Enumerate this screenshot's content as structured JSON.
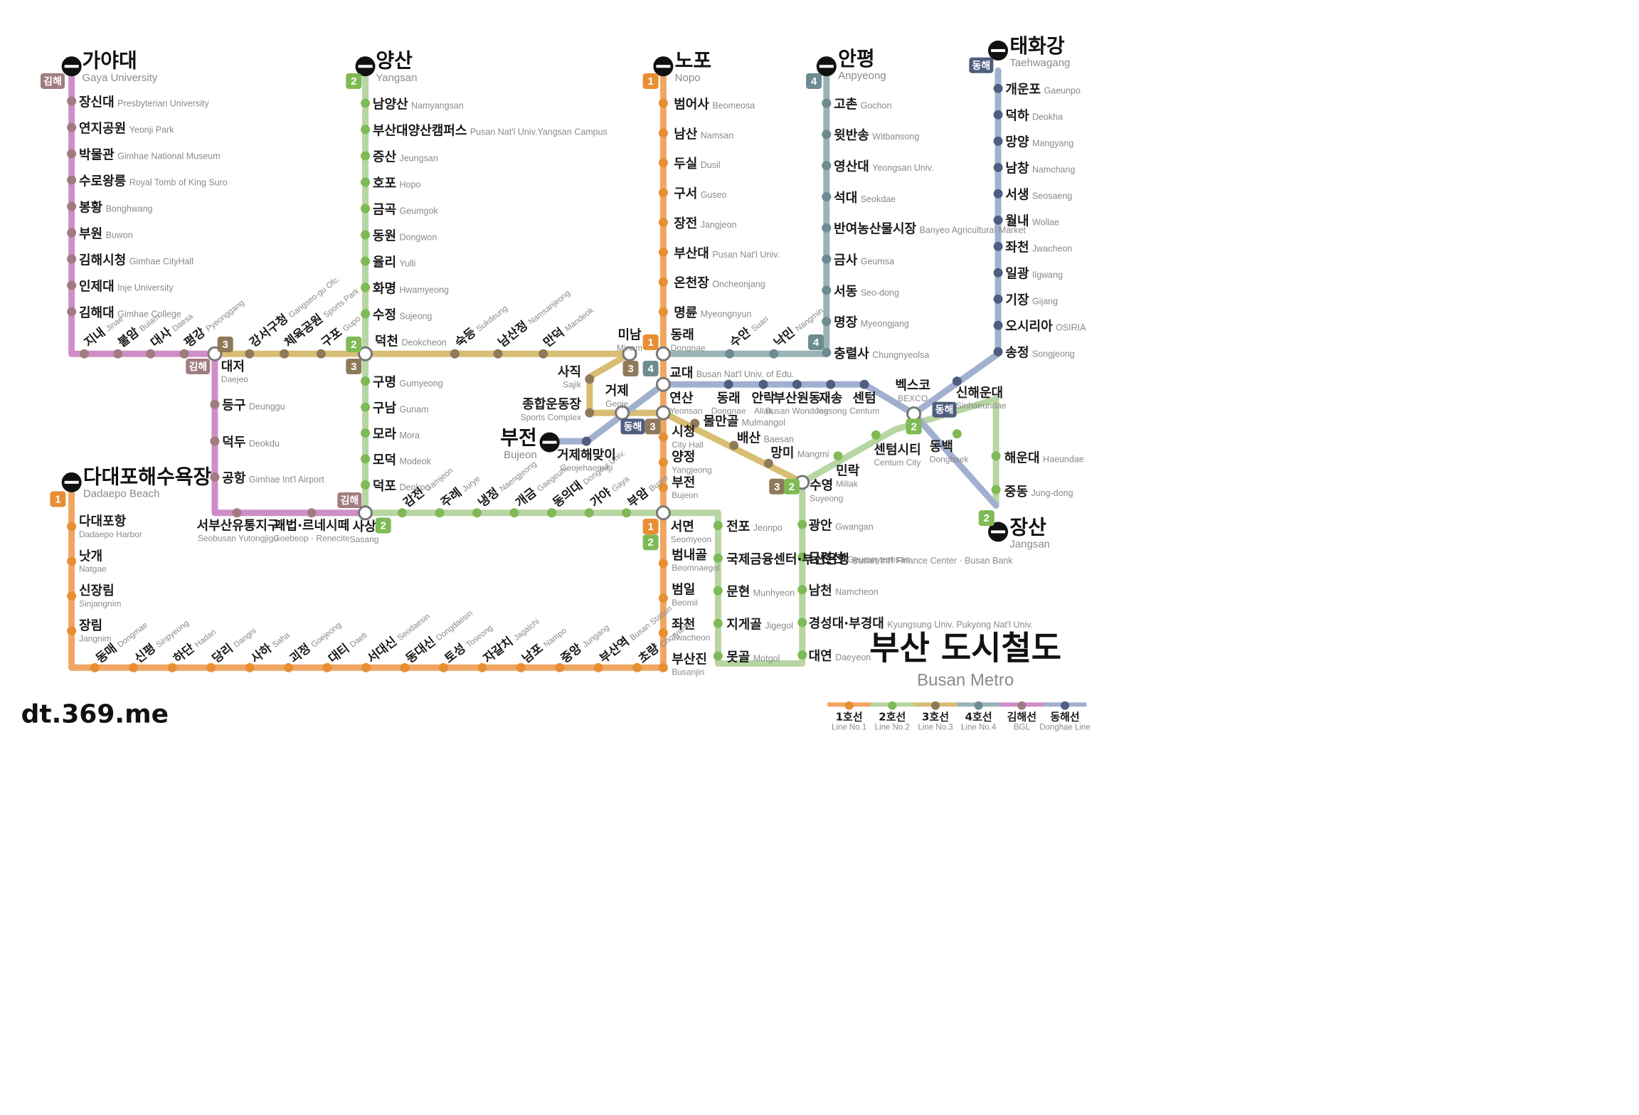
{
  "title": {
    "kr": "부산 도시철도",
    "en": "Busan Metro"
  },
  "credit": "dt.369.me",
  "lines": [
    {
      "id": "L1",
      "kr": "1호선",
      "en": "Line No.1",
      "color": "#f0a663",
      "dark": "#e88f33"
    },
    {
      "id": "L2",
      "kr": "2호선",
      "en": "Line No.2",
      "color": "#b7d6a3",
      "dark": "#7fba54"
    },
    {
      "id": "L3",
      "kr": "3호선",
      "en": "Line No.3",
      "color": "#d8bd74",
      "dark": "#8e7a5a"
    },
    {
      "id": "L4",
      "kr": "4호선",
      "en": "Line No.4",
      "color": "#9bb3b7",
      "dark": "#6d8c91"
    },
    {
      "id": "BGL",
      "kr": "김해선",
      "en": "BGL",
      "color": "#cf8ec8",
      "dark": "#a07c80"
    },
    {
      "id": "DH",
      "kr": "동해선",
      "en": "Donghae Line",
      "color": "#a2b0d0",
      "dark": "#4f5e80"
    }
  ],
  "badge_labels": {
    "l1": "1",
    "l2": "2",
    "l3": "3",
    "l4": "4",
    "bgl": "김해",
    "dh": "동해"
  },
  "terminals": [
    {
      "id": "gaya",
      "kr": "가야대",
      "en": "Gaya University"
    },
    {
      "id": "yangsan",
      "kr": "양산",
      "en": "Yangsan"
    },
    {
      "id": "nopo",
      "kr": "노포",
      "en": "Nopo"
    },
    {
      "id": "anpyeong",
      "kr": "안평",
      "en": "Anpyeong"
    },
    {
      "id": "taehwa",
      "kr": "태화강",
      "en": "Taehwagang"
    },
    {
      "id": "dadaepo",
      "kr": "다대포해수욕장",
      "en": "Dadaepo Beach"
    },
    {
      "id": "bujeon",
      "kr": "부전",
      "en": "Bujeon"
    },
    {
      "id": "jangsan",
      "kr": "장산",
      "en": "Jangsan"
    }
  ],
  "transfers": [
    {
      "id": "daejeo",
      "kr": "대저",
      "en": "Daejeo"
    },
    {
      "id": "deokcheon",
      "kr": "덕천",
      "en": "Deokcheon"
    },
    {
      "id": "minam",
      "kr": "미남",
      "en": "Minam"
    },
    {
      "id": "dongnae",
      "kr": "동래",
      "en": "Dongnae"
    },
    {
      "id": "gyodae",
      "kr": "교대",
      "en": "Busan Nat'l Univ. of Edu."
    },
    {
      "id": "yeonsan",
      "kr": "연산",
      "en": "Yeonsan"
    },
    {
      "id": "geoje",
      "kr": "거제",
      "en": "Geoje"
    },
    {
      "id": "sasang",
      "kr": "사상",
      "en": "Sasang"
    },
    {
      "id": "seomyeon",
      "kr": "서면",
      "en": "Seomyeon"
    },
    {
      "id": "suyeong",
      "kr": "수영",
      "en": "Suyeong"
    },
    {
      "id": "bexco",
      "kr": "벡스코",
      "en": "BEXCO"
    }
  ],
  "stations": {
    "bgl_v": [
      {
        "kr": "장신대",
        "en": "Presbyterian University"
      },
      {
        "kr": "연지공원",
        "en": "Yeonji Park"
      },
      {
        "kr": "박물관",
        "en": "Gimhae National Museum"
      },
      {
        "kr": "수로왕릉",
        "en": "Royal Tomb of King Suro"
      },
      {
        "kr": "봉황",
        "en": "Bonghwang"
      },
      {
        "kr": "부원",
        "en": "Buwon"
      },
      {
        "kr": "김해시청",
        "en": "Gimhae CityHall"
      },
      {
        "kr": "인제대",
        "en": "Inje University"
      },
      {
        "kr": "김해대",
        "en": "Gimhae College"
      }
    ],
    "bgl_h": [
      {
        "kr": "지내",
        "en": "Jinae"
      },
      {
        "kr": "불암",
        "en": "Bulam"
      },
      {
        "kr": "대사",
        "en": "Daesa"
      },
      {
        "kr": "평강",
        "en": "Pyeonggang"
      }
    ],
    "bgl_s": [
      {
        "kr": "등구",
        "en": "Deunggu"
      },
      {
        "kr": "덕두",
        "en": "Deokdu"
      },
      {
        "kr": "공항",
        "en": "Gimhae Int'l Airport"
      }
    ],
    "bgl_b": [
      {
        "kr": "서부산유통지구",
        "en": "Seobusan Yutongjigu"
      },
      {
        "kr": "괘법·르네시떼",
        "en": "Goebeop · Renecite"
      }
    ],
    "l3_w": [
      {
        "kr": "강서구청",
        "en": "Gangseo-gu Ofc."
      },
      {
        "kr": "체육공원",
        "en": "Sports Park"
      },
      {
        "kr": "구포",
        "en": "Gupo"
      }
    ],
    "l3_e": [
      {
        "kr": "숙등",
        "en": "Sukdeung"
      },
      {
        "kr": "남산정",
        "en": "Namsanjeong"
      },
      {
        "kr": "만덕",
        "en": "Mandeok"
      }
    ],
    "l3_s": [
      {
        "kr": "사직",
        "en": "Sajik"
      },
      {
        "kr": "종합운동장",
        "en": "Sports Complex"
      }
    ],
    "l3_d": [
      {
        "kr": "물만골",
        "en": "Mulmangol"
      },
      {
        "kr": "배산",
        "en": "Baesan"
      },
      {
        "kr": "망미",
        "en": "Mangmi"
      }
    ],
    "l2_n": [
      {
        "kr": "남양산",
        "en": "Namyangsan"
      },
      {
        "kr": "부산대양산캠퍼스",
        "en": "Pusan Nat'l Univ.Yangsan Campus"
      },
      {
        "kr": "증산",
        "en": "Jeungsan"
      },
      {
        "kr": "호포",
        "en": "Hopo"
      },
      {
        "kr": "금곡",
        "en": "Geumgok"
      },
      {
        "kr": "동원",
        "en": "Dongwon"
      },
      {
        "kr": "율리",
        "en": "Yulli"
      },
      {
        "kr": "화명",
        "en": "Hwamyeong"
      },
      {
        "kr": "수정",
        "en": "Sujeong"
      }
    ],
    "l2_s": [
      {
        "kr": "구명",
        "en": "Gumyeong"
      },
      {
        "kr": "구남",
        "en": "Gunam"
      },
      {
        "kr": "모라",
        "en": "Mora"
      },
      {
        "kr": "모덕",
        "en": "Modeok"
      },
      {
        "kr": "덕포",
        "en": "Deokpo"
      }
    ],
    "l2_h": [
      {
        "kr": "감전",
        "en": "Gamjeon"
      },
      {
        "kr": "주례",
        "en": "Jurye"
      },
      {
        "kr": "냉정",
        "en": "Naengjeong"
      },
      {
        "kr": "개금",
        "en": "Gaegeum"
      },
      {
        "kr": "동의대",
        "en": "Dongeui Univ."
      },
      {
        "kr": "가야",
        "en": "Gaya"
      },
      {
        "kr": "부암",
        "en": "Buam"
      }
    ],
    "l2_se": [
      {
        "kr": "전포",
        "en": "Jeonpo"
      },
      {
        "kr": "국제금융센터·부산은행",
        "en": "Busan Int'l Finance Center · Busan Bank"
      },
      {
        "kr": "문현",
        "en": "Munhyeon"
      },
      {
        "kr": "지게골",
        "en": "Jigegol"
      },
      {
        "kr": "못골",
        "en": "Motgol"
      }
    ],
    "l2_sy": [
      {
        "kr": "광안",
        "en": "Gwangan"
      },
      {
        "kr": "금련산",
        "en": "Geumnyeonsan"
      },
      {
        "kr": "남천",
        "en": "Namcheon"
      },
      {
        "kr": "경성대·부경대",
        "en": "Kyungsung Univ. Pukyong Nat'l Univ."
      },
      {
        "kr": "대연",
        "en": "Daeyeon"
      }
    ],
    "l2_ne": [
      {
        "kr": "민락",
        "en": "Millak"
      },
      {
        "kr": "센텀시티",
        "en": "Centum City"
      }
    ],
    "l2_e": [
      {
        "kr": "동백",
        "en": "Dongbaek"
      },
      {
        "kr": "해운대",
        "en": "Haeundae"
      },
      {
        "kr": "중동",
        "en": "Jung-dong"
      }
    ],
    "l1_n": [
      {
        "kr": "범어사",
        "en": "Beomeosa"
      },
      {
        "kr": "남산",
        "en": "Namsan"
      },
      {
        "kr": "두실",
        "en": "Dusil"
      },
      {
        "kr": "구서",
        "en": "Guseo"
      },
      {
        "kr": "장전",
        "en": "Jangjeon"
      },
      {
        "kr": "부산대",
        "en": "Pusan Nat'l Univ."
      },
      {
        "kr": "온천장",
        "en": "Oncheonjang"
      },
      {
        "kr": "명륜",
        "en": "Myeongnyun"
      }
    ],
    "l1_m": [
      {
        "kr": "시청",
        "en": "City Hall"
      },
      {
        "kr": "양정",
        "en": "Yangjeong"
      },
      {
        "kr": "부전",
        "en": "Bujeon"
      }
    ],
    "l1_s": [
      {
        "kr": "범내골",
        "en": "Beomnaegol"
      },
      {
        "kr": "범일",
        "en": "Beomil"
      },
      {
        "kr": "좌천",
        "en": "Jwacheon"
      },
      {
        "kr": "부산진",
        "en": "Busanjin"
      }
    ],
    "l1_b": [
      {
        "kr": "동매",
        "en": "Dongmae"
      },
      {
        "kr": "신평",
        "en": "Sinpyeong"
      },
      {
        "kr": "하단",
        "en": "Hadan"
      },
      {
        "kr": "당리",
        "en": "Dangni"
      },
      {
        "kr": "사하",
        "en": "Saha"
      },
      {
        "kr": "괴정",
        "en": "Goejeong"
      },
      {
        "kr": "대티",
        "en": "Daeti"
      },
      {
        "kr": "서대신",
        "en": "Seodaesin"
      },
      {
        "kr": "동대신",
        "en": "Dongdaesin"
      },
      {
        "kr": "토성",
        "en": "Toseong"
      },
      {
        "kr": "자갈치",
        "en": "Jagalchi"
      },
      {
        "kr": "남포",
        "en": "Nampo"
      },
      {
        "kr": "중앙",
        "en": "Jungang"
      },
      {
        "kr": "부산역",
        "en": "Busan Station"
      },
      {
        "kr": "초량",
        "en": "Choryang"
      }
    ],
    "l1_w": [
      {
        "kr": "다대포항",
        "en": "Dadaepo Harbor"
      },
      {
        "kr": "낫개",
        "en": "Natgae"
      },
      {
        "kr": "신장림",
        "en": "Sinjangnim"
      },
      {
        "kr": "장림",
        "en": "Jangnim"
      }
    ],
    "l4": [
      {
        "kr": "고촌",
        "en": "Gochon"
      },
      {
        "kr": "윗반송",
        "en": "Witbansong"
      },
      {
        "kr": "영산대",
        "en": "Yeongsan Univ."
      },
      {
        "kr": "석대",
        "en": "Seokdae"
      },
      {
        "kr": "반여농산물시장",
        "en": "Banyeo Agricultural Market"
      },
      {
        "kr": "금사",
        "en": "Geumsa"
      },
      {
        "kr": "서동",
        "en": "Seo-dong"
      },
      {
        "kr": "명장",
        "en": "Myeongjang"
      },
      {
        "kr": "충렬사",
        "en": "Chungnyeolsa"
      }
    ],
    "l4_w": [
      {
        "kr": "수안",
        "en": "Suan"
      },
      {
        "kr": "낙민",
        "en": "Nangmin"
      }
    ],
    "dh_n": [
      {
        "kr": "개운포",
        "en": "Gaeunpo"
      },
      {
        "kr": "덕하",
        "en": "Deokha"
      },
      {
        "kr": "망양",
        "en": "Mangyang"
      },
      {
        "kr": "남창",
        "en": "Namchang"
      },
      {
        "kr": "서생",
        "en": "Seosaeng"
      },
      {
        "kr": "월내",
        "en": "Wollae"
      },
      {
        "kr": "좌천",
        "en": "Jwacheon"
      },
      {
        "kr": "일광",
        "en": "Ilgwang"
      },
      {
        "kr": "기장",
        "en": "Gijang"
      },
      {
        "kr": "오시리아",
        "en": "OSIRIA"
      },
      {
        "kr": "송정",
        "en": "Songjeong"
      }
    ],
    "dh_mid": [
      {
        "kr": "동래",
        "en": "Dongnae"
      },
      {
        "kr": "안락",
        "en": "Allak"
      },
      {
        "kr": "부산원동",
        "en": "Busan Wondong"
      },
      {
        "kr": "재송",
        "en": "Jaesong"
      },
      {
        "kr": "센텀",
        "en": "Centum"
      }
    ],
    "dh_sw": [
      {
        "kr": "거제해맞이",
        "en": "Geojehaemaji"
      }
    ],
    "dh_ne": [
      {
        "kr": "신해운대",
        "en": "Sinhaeundae"
      }
    ]
  }
}
